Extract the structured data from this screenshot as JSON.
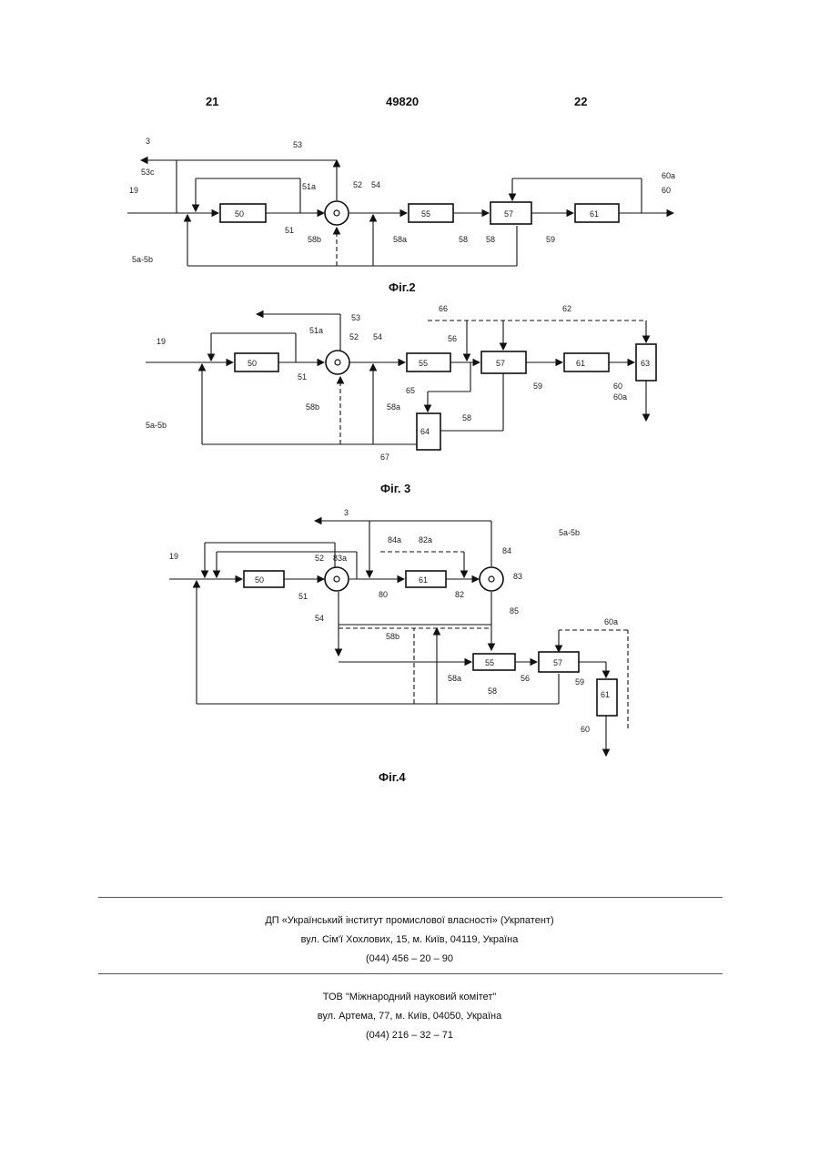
{
  "header": {
    "left_page": "21",
    "patent_number": "49820",
    "right_page": "22"
  },
  "fig2": {
    "caption": "Фіг.2",
    "blocks": [
      "50",
      "55",
      "57",
      "61"
    ],
    "labels": [
      "3",
      "53",
      "53c",
      "19",
      "51a",
      "52",
      "54",
      "51",
      "58b",
      "58a",
      "58",
      "58",
      "59",
      "60a",
      "60",
      "5a-5b"
    ]
  },
  "fig3": {
    "caption": "Фіг. 3",
    "blocks": [
      "50",
      "55",
      "57",
      "61",
      "63",
      "64"
    ],
    "labels": [
      "66",
      "62",
      "19",
      "51a",
      "53",
      "52",
      "54",
      "56",
      "51",
      "65",
      "59",
      "60",
      "60a",
      "58b",
      "58a",
      "58",
      "5a-5b",
      "67"
    ]
  },
  "fig4": {
    "caption": "Фіг.4",
    "blocks": [
      "50",
      "61",
      "55",
      "57",
      "61"
    ],
    "labels": [
      "3",
      "84a",
      "82a",
      "5a-5b",
      "19",
      "52",
      "83a",
      "84",
      "83",
      "51",
      "80",
      "82",
      "85",
      "54",
      "58b",
      "60a",
      "56",
      "59",
      "58a",
      "58",
      "60"
    ]
  },
  "footer": {
    "org1": {
      "name": "ДП «Український інститут промислової власності» (Укрпатент)",
      "address": "вул. Сім'ї Хохлових, 15, м. Київ, 04119, Україна",
      "phone": "(044) 456 – 20 – 90"
    },
    "org2": {
      "name": "ТОВ \"Міжнародний науковий комітет\"",
      "address": "вул. Артема, 77, м. Київ, 04050, Україна",
      "phone": "(044) 216 – 32 – 71"
    }
  }
}
